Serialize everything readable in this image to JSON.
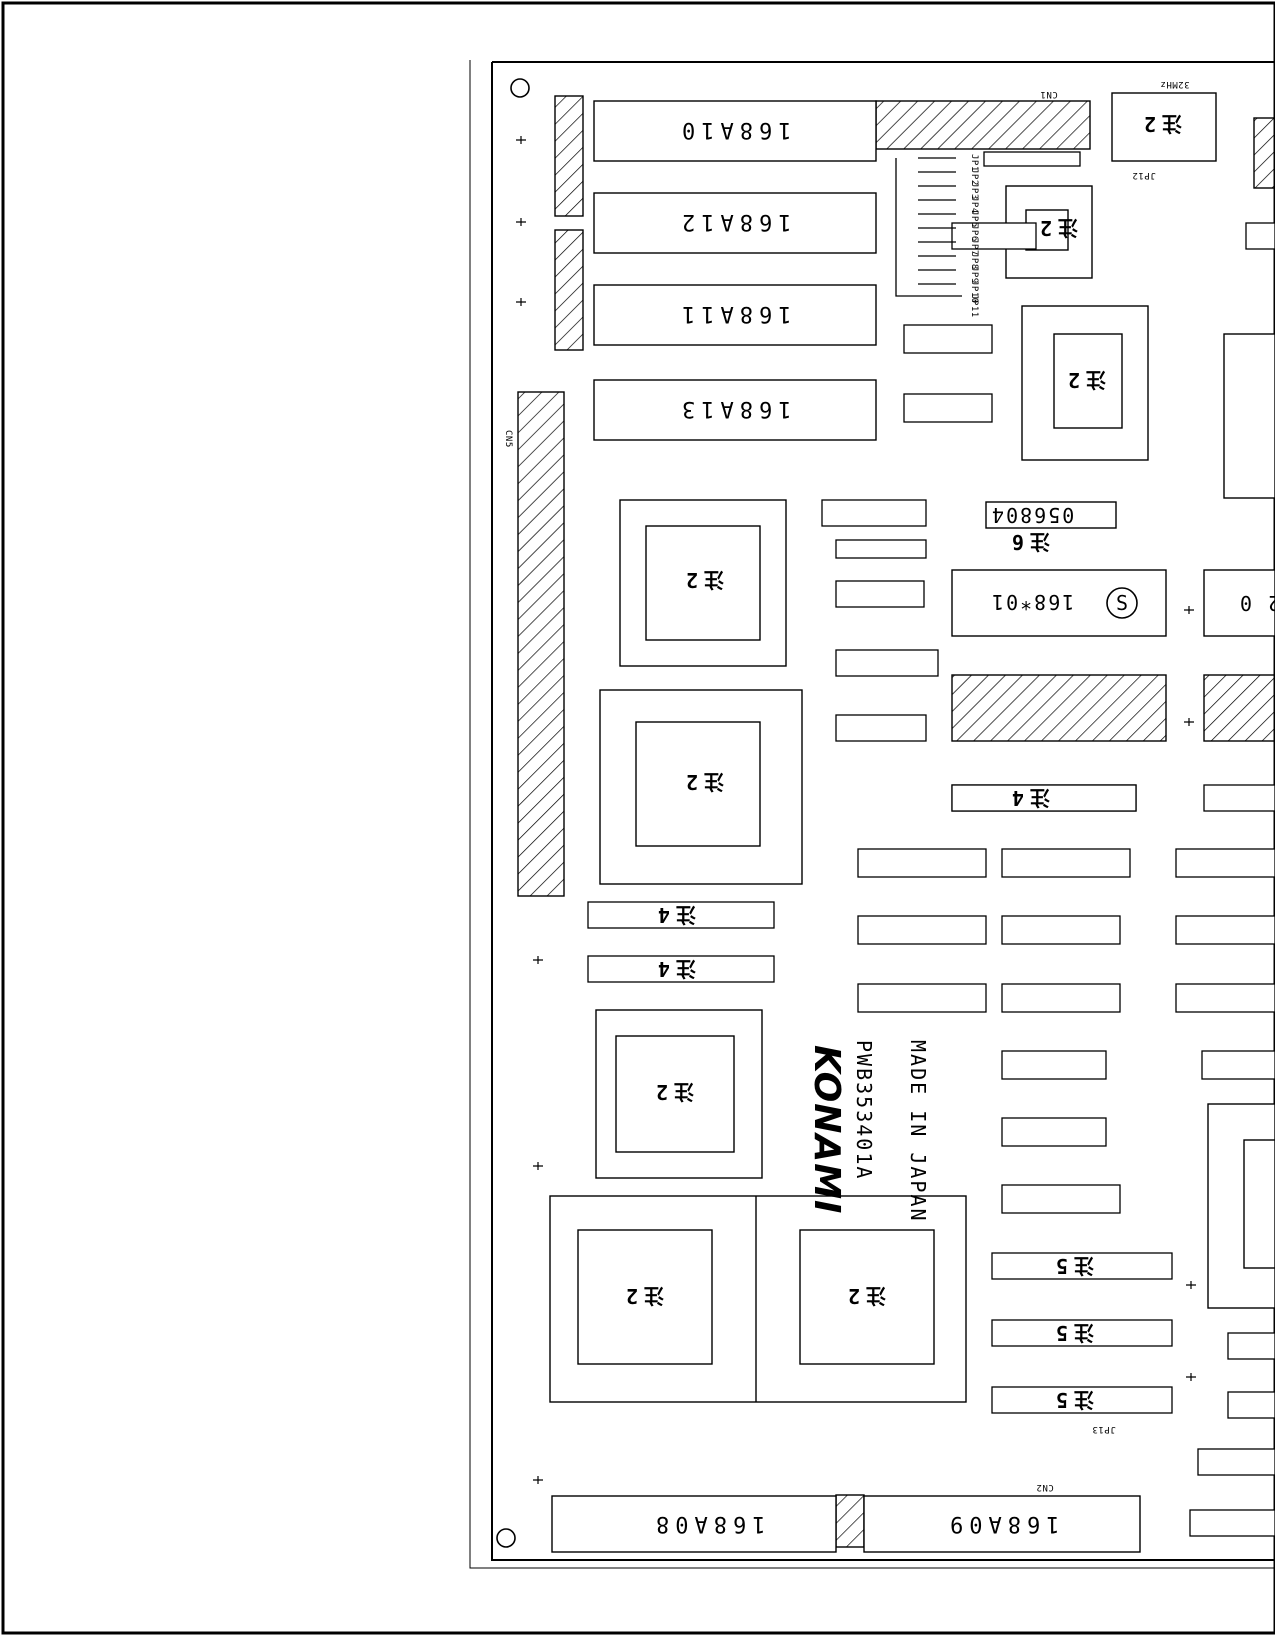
{
  "board": {
    "manufacturer": "KONAMI",
    "board_number": "PWB353401A",
    "origin": "MADE IN JAPAN"
  },
  "roms": [
    {
      "label": "168A10"
    },
    {
      "label": "168A12"
    },
    {
      "label": "168A11"
    },
    {
      "label": "168A13"
    },
    {
      "label": "168*01"
    },
    {
      "label": "168A08"
    },
    {
      "label": "168A09"
    }
  ],
  "custom_chip": {
    "label": "056804"
  },
  "note_labels": [
    {
      "label": "注2"
    },
    {
      "label": "注4"
    },
    {
      "label": "注5"
    },
    {
      "label": "注6"
    }
  ],
  "connectors": [
    {
      "label": "CN1"
    },
    {
      "label": "CN2"
    },
    {
      "label": "CN5"
    }
  ],
  "jumpers": [
    {
      "label": "JP1"
    },
    {
      "label": "JP2"
    },
    {
      "label": "JP3"
    },
    {
      "label": "JP4"
    },
    {
      "label": "JP5"
    },
    {
      "label": "JP6"
    },
    {
      "label": "JP7"
    },
    {
      "label": "JP8"
    },
    {
      "label": "JP9"
    },
    {
      "label": "JP10"
    },
    {
      "label": "JP11"
    },
    {
      "label": "JP12"
    },
    {
      "label": "JP13"
    }
  ],
  "parts": {
    "crystal": "32MHz",
    "circled_marker": "S",
    "edge_connector": "2 0"
  },
  "colors": {
    "ink": "#000000",
    "paper": "#ffffff"
  }
}
